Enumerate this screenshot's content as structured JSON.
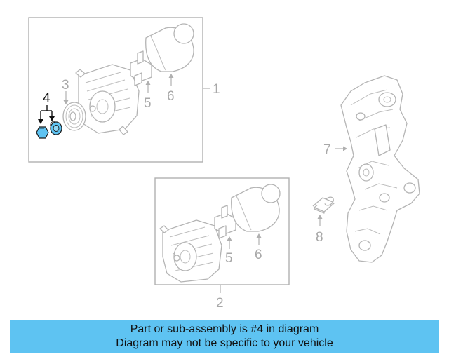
{
  "callouts": {
    "c1": "1",
    "c2": "2",
    "c3": "3",
    "c4": "4",
    "c5_top": "5",
    "c6_top": "6",
    "c5_bottom": "5",
    "c6_bottom": "6",
    "c7": "7",
    "c8": "8"
  },
  "banner": {
    "line1": "Part or sub-assembly is #4 in diagram",
    "line2": "Diagram may not be specific to your vehicle"
  },
  "colors": {
    "highlight_part": "#5ec3f2",
    "banner_background": "#5ec3f2",
    "line_art": "#b0b0b0"
  }
}
